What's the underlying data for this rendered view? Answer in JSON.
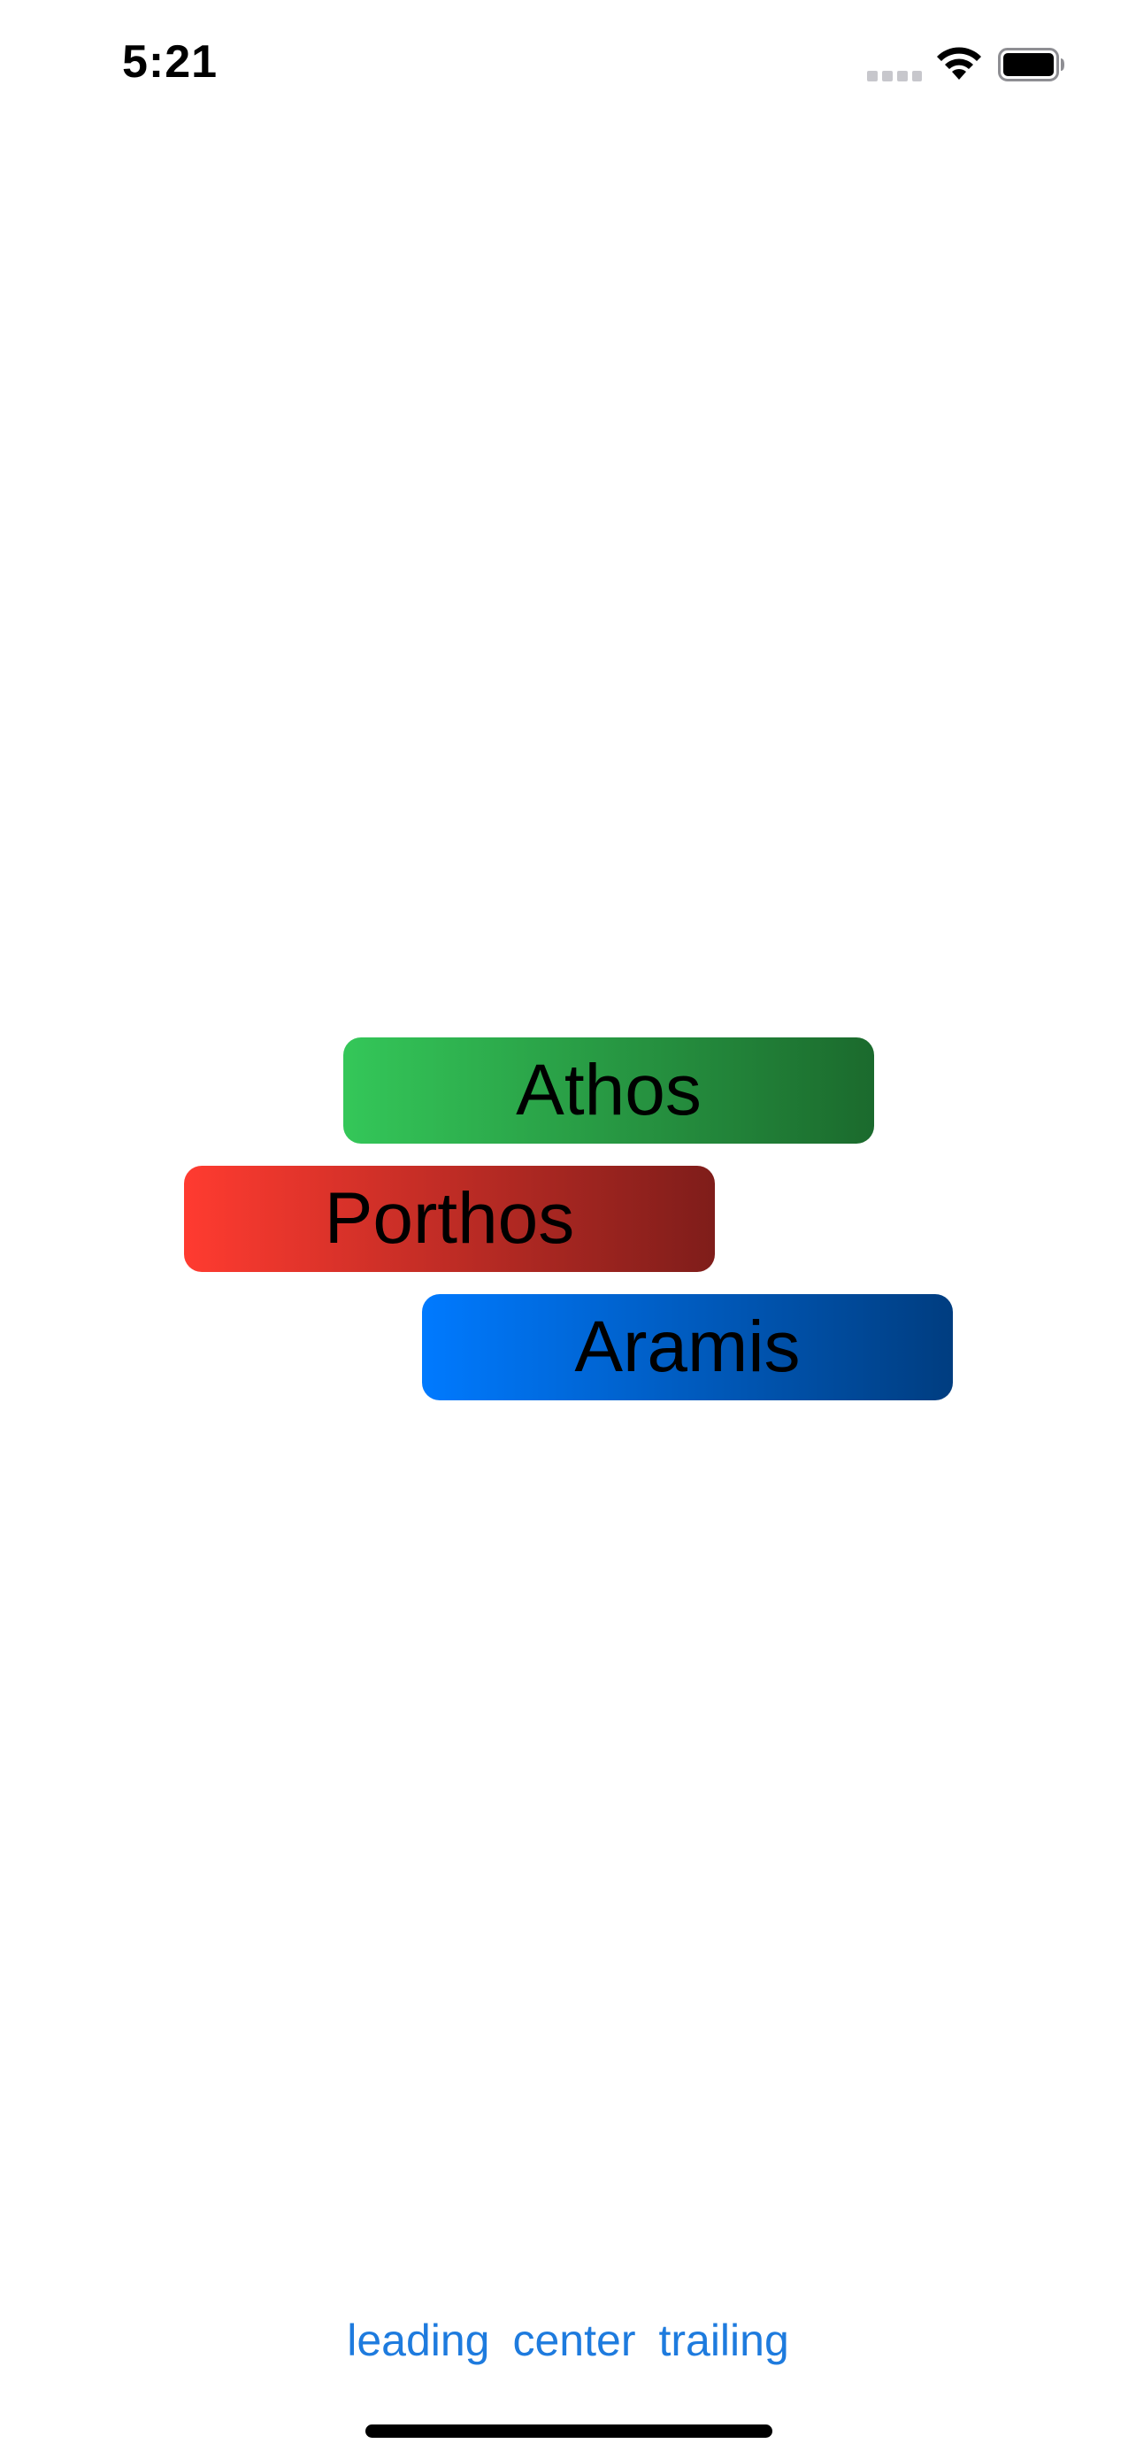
{
  "status_bar": {
    "time": "5:21",
    "icons": [
      "cellular-signal-icon",
      "wifi-icon",
      "battery-icon"
    ]
  },
  "stack": {
    "items": [
      {
        "label": "Athos",
        "gradient": [
          "#34c759",
          "#1b6a2d"
        ]
      },
      {
        "label": "Porthos",
        "gradient": [
          "#ff3b30",
          "#7f1d1a"
        ]
      },
      {
        "label": "Aramis",
        "gradient": [
          "#007aff",
          "#003d80"
        ]
      }
    ]
  },
  "alignment_controls": {
    "leading": "leading",
    "center": "center",
    "trailing": "trailing",
    "color": "#1e7bde"
  }
}
